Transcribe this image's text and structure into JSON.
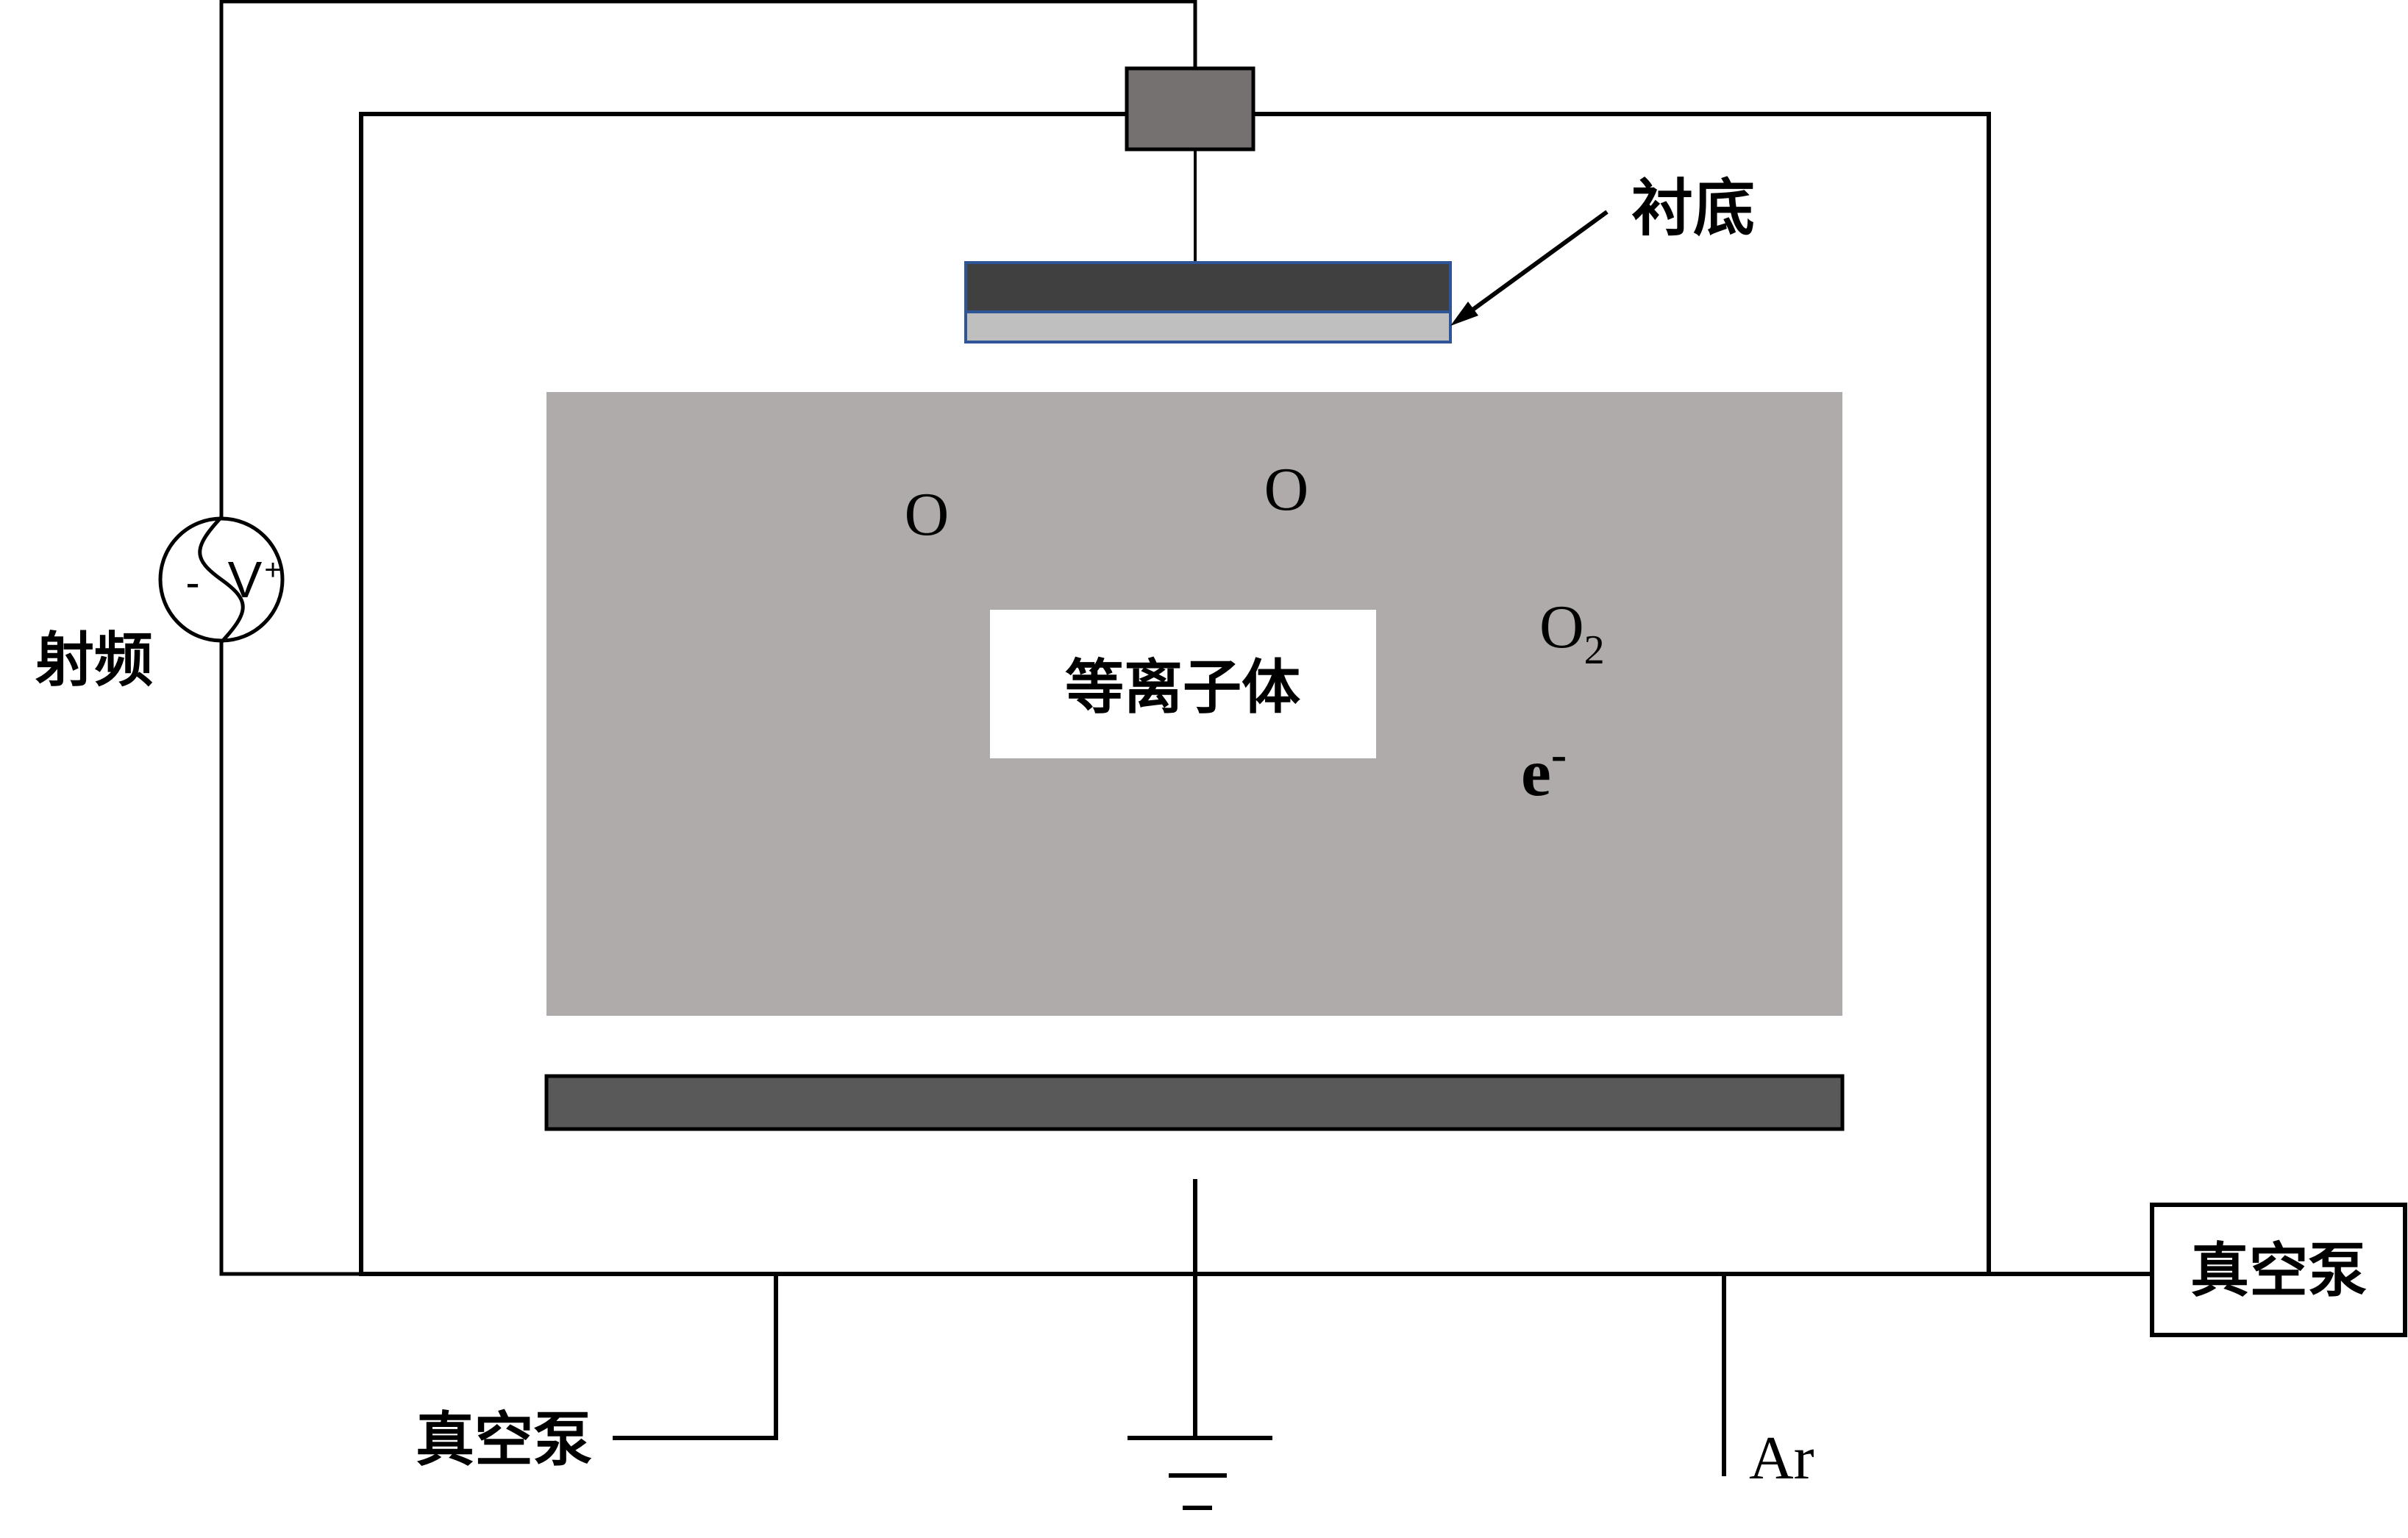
{
  "labels": {
    "substrate": "衬底",
    "rf": "射频",
    "plasma": "等离子体",
    "pump_bottom": "真空泵",
    "pump_right": "真空泵",
    "gas": "Ar",
    "atom_o_1": "O",
    "atom_o_2": "O",
    "molecule_o": "O",
    "molecule_sub": "2",
    "electron": "e",
    "electron_sup": "-",
    "rf_minus": "-",
    "rf_v": "V",
    "rf_plus": "+"
  },
  "colors": {
    "plasma": "#afabaa",
    "electrode": "#595959",
    "holder": "#767171",
    "substrate_top": "#404040",
    "substrate_bottom": "#bfbfbf",
    "substrate_border": "#2f5597",
    "line": "#000000"
  }
}
